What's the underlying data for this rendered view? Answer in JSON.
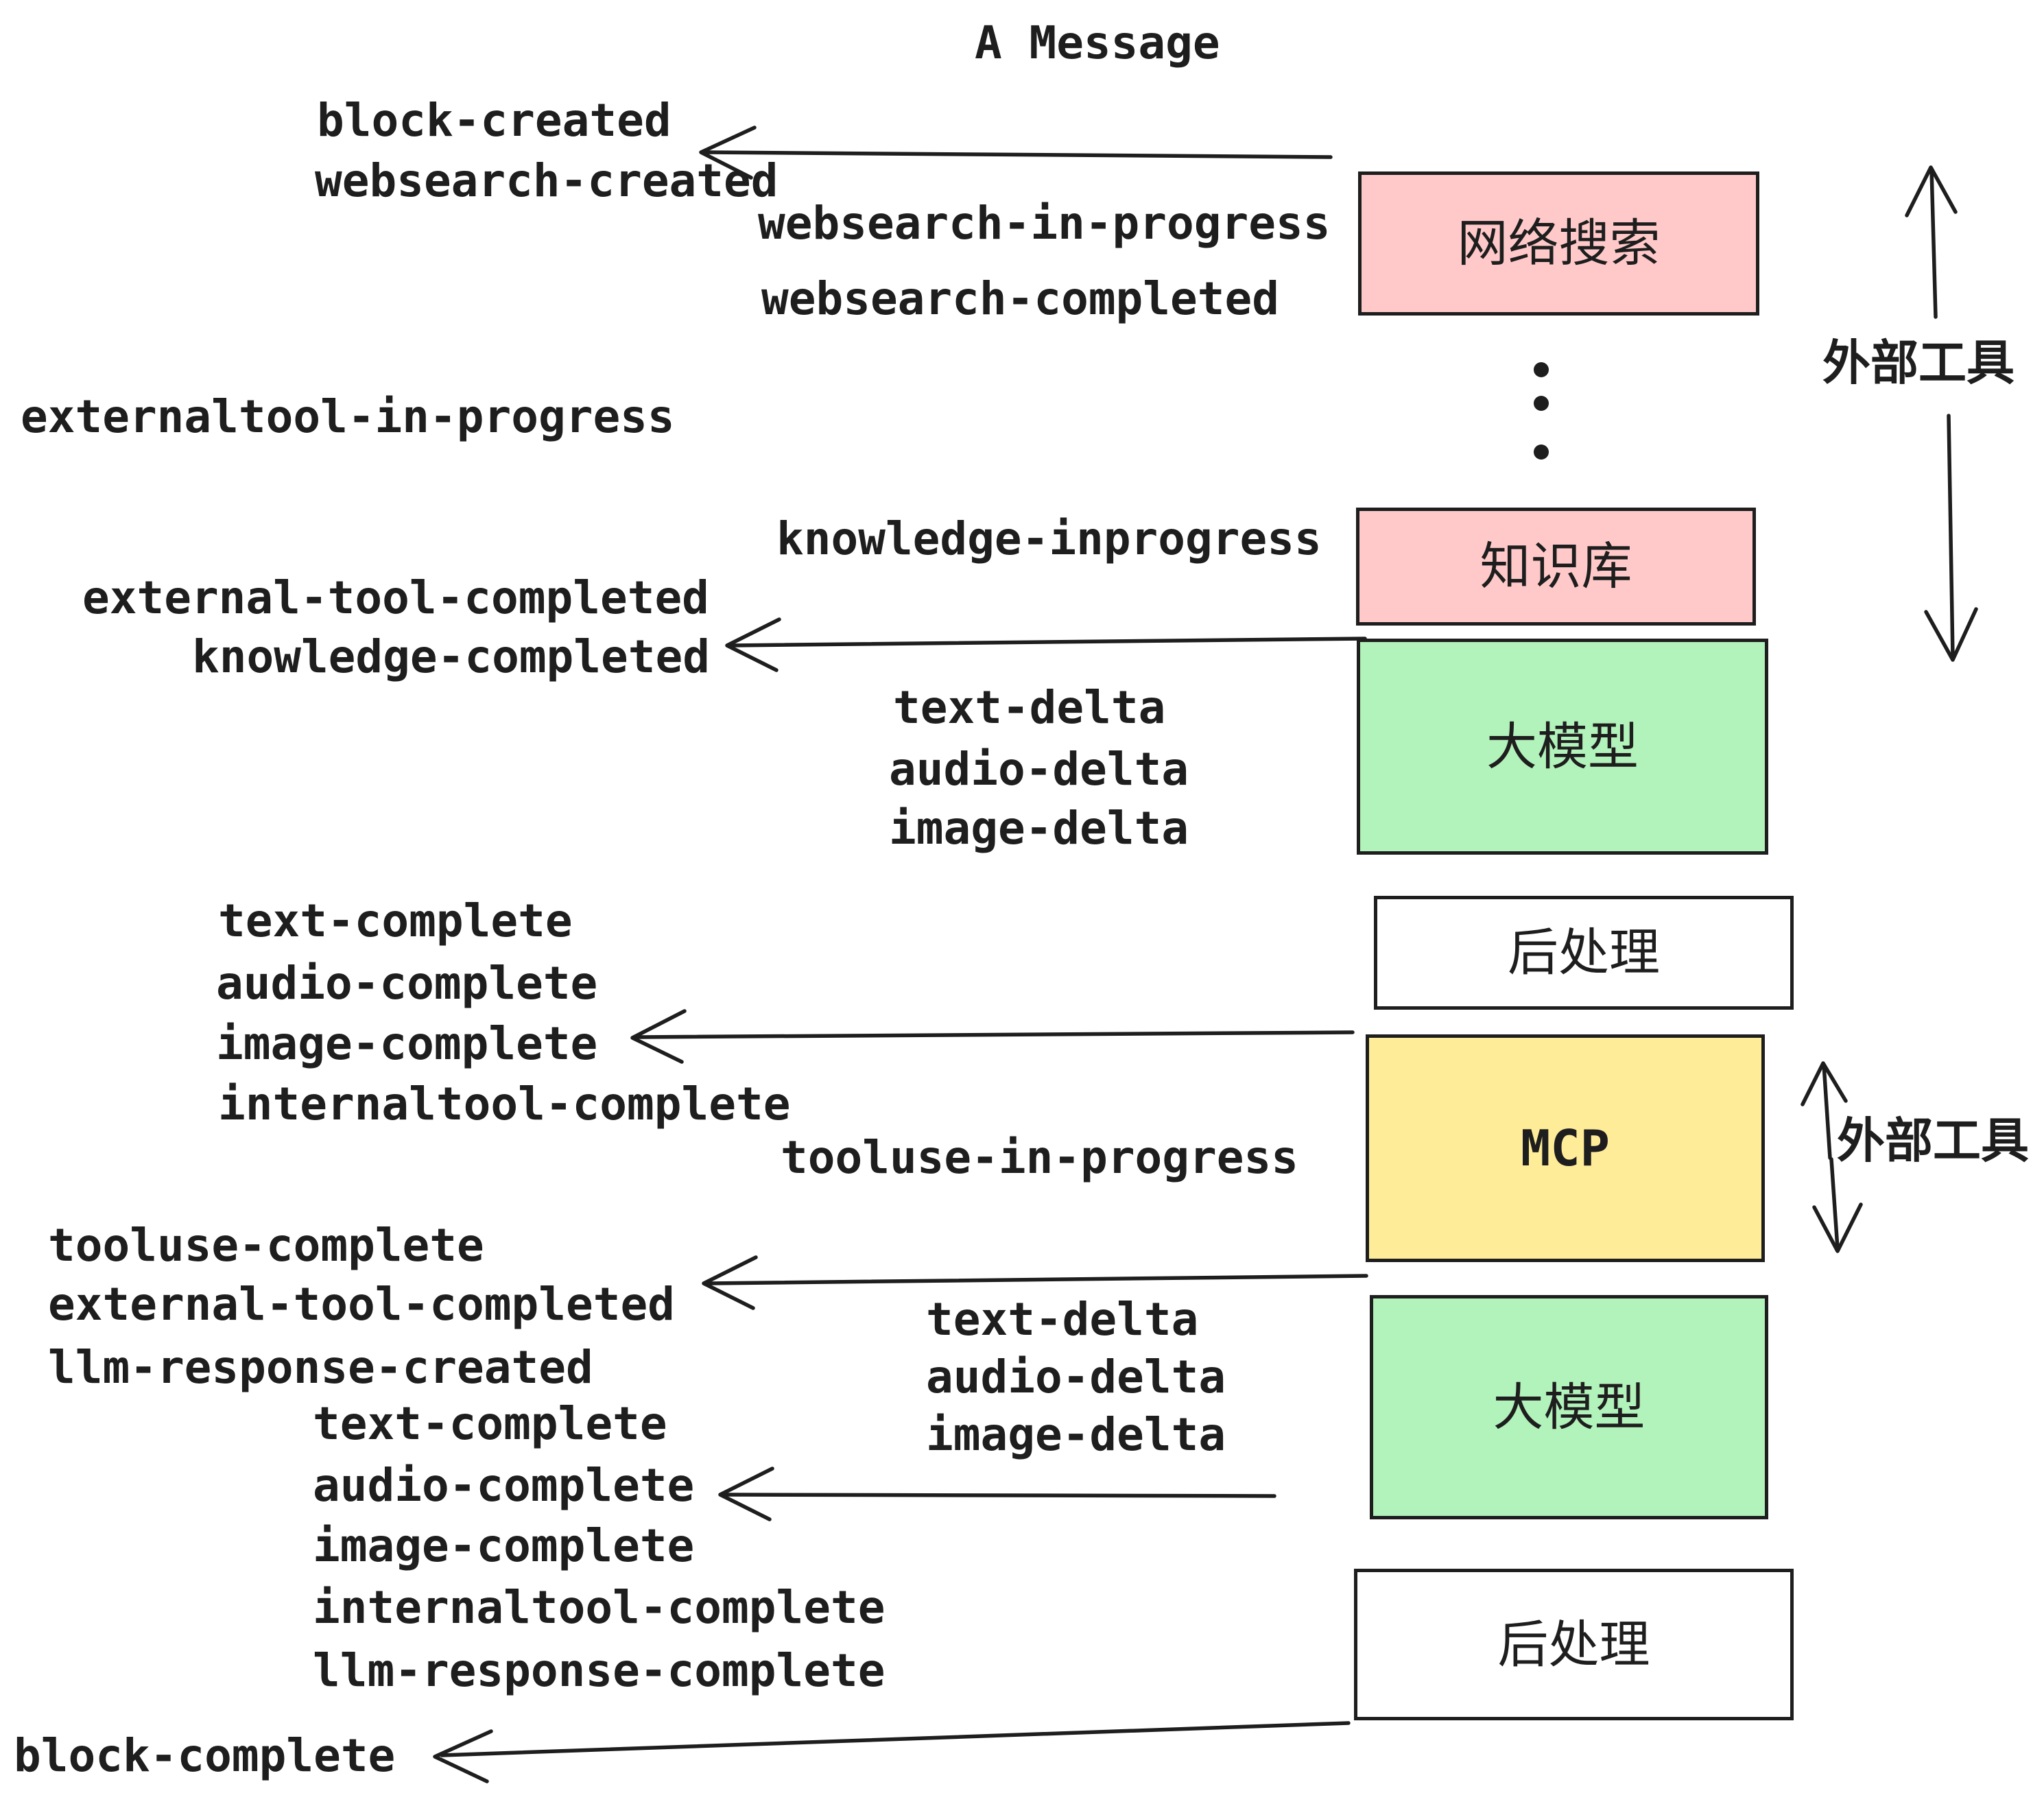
{
  "title": "A Message",
  "colors": {
    "pink": "#FFC9C9",
    "green": "#B2F2BB",
    "yellow": "#FFEC99",
    "white": "#FFFFFF",
    "ink": "#1E1E1E"
  },
  "boxes": [
    {
      "id": "websearch",
      "label": "网络搜索"
    },
    {
      "id": "knowledge",
      "label": "知识库"
    },
    {
      "id": "llm-1",
      "label": "大模型"
    },
    {
      "id": "postprocess-1",
      "label": "后处理"
    },
    {
      "id": "mcp",
      "label": "MCP"
    },
    {
      "id": "llm-2",
      "label": "大模型"
    },
    {
      "id": "postprocess-2",
      "label": "后处理"
    }
  ],
  "side_labels": [
    {
      "id": "external-tools-1",
      "text": "外部工具"
    },
    {
      "id": "external-tools-2",
      "text": "外部工具"
    }
  ],
  "events": [
    {
      "id": "block-created",
      "text": "block-created"
    },
    {
      "id": "websearch-created",
      "text": "websearch-created"
    },
    {
      "id": "websearch-in-progress",
      "text": "websearch-in-progress"
    },
    {
      "id": "websearch-completed",
      "text": "websearch-completed"
    },
    {
      "id": "externaltool-in-progress",
      "text": "externaltool-in-progress"
    },
    {
      "id": "knowledge-inprogress",
      "text": "knowledge-inprogress"
    },
    {
      "id": "external-tool-completed-1",
      "text": "external-tool-completed"
    },
    {
      "id": "knowledge-completed",
      "text": "knowledge-completed"
    },
    {
      "id": "text-delta-1",
      "text": "text-delta"
    },
    {
      "id": "audio-delta-1",
      "text": "audio-delta"
    },
    {
      "id": "image-delta-1",
      "text": "image-delta"
    },
    {
      "id": "text-complete-1",
      "text": "text-complete"
    },
    {
      "id": "audio-complete-1",
      "text": "audio-complete"
    },
    {
      "id": "image-complete-1",
      "text": "image-complete"
    },
    {
      "id": "internaltool-complete-1",
      "text": "internaltool-complete"
    },
    {
      "id": "tooluse-in-progress",
      "text": "tooluse-in-progress"
    },
    {
      "id": "tooluse-complete",
      "text": "tooluse-complete"
    },
    {
      "id": "external-tool-completed-2",
      "text": "external-tool-completed"
    },
    {
      "id": "llm-response-created",
      "text": "llm-response-created"
    },
    {
      "id": "text-delta-2",
      "text": "text-delta"
    },
    {
      "id": "audio-delta-2",
      "text": "audio-delta"
    },
    {
      "id": "image-delta-2",
      "text": "image-delta"
    },
    {
      "id": "text-complete-2",
      "text": "text-complete"
    },
    {
      "id": "audio-complete-2",
      "text": "audio-complete"
    },
    {
      "id": "image-complete-2",
      "text": "image-complete"
    },
    {
      "id": "internaltool-complete-2",
      "text": "internaltool-complete"
    },
    {
      "id": "llm-response-complete",
      "text": "llm-response-complete"
    },
    {
      "id": "block-complete",
      "text": "block-complete"
    }
  ]
}
